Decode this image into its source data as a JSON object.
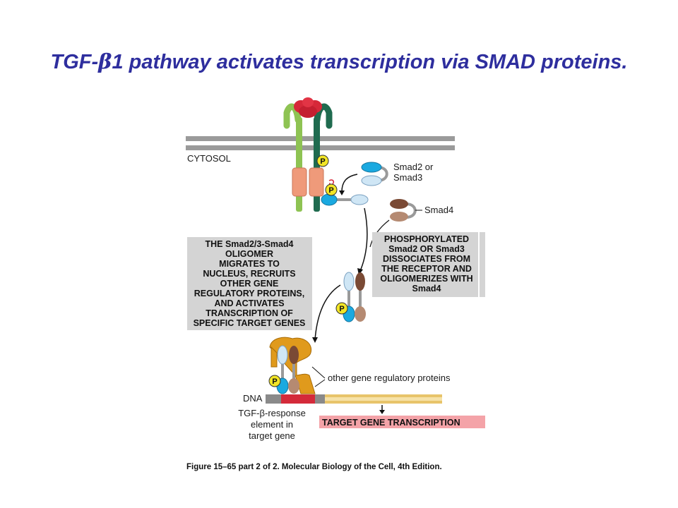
{
  "title": {
    "prefix": "TGF-",
    "symbol": "β",
    "suffix": "1 pathway activates transcription via SMAD proteins."
  },
  "labels": {
    "cytosol": "CYTOSOL",
    "smad23_line1": "Smad2 or",
    "smad23_line2": "Smad3",
    "smad4": "Smad4",
    "phospho": "P",
    "dna": "DNA",
    "other_proteins": "other gene regulatory proteins",
    "response_line1": "TGF-β-response",
    "response_line2": "element in",
    "response_line3": "target gene",
    "target_transcription": "TARGET GENE TRANSCRIPTION"
  },
  "left_box": [
    "THE Smad2/3-Smad4",
    "OLIGOMER",
    "MIGRATES TO",
    "NUCLEUS, RECRUITS",
    "OTHER GENE",
    "REGULATORY PROTEINS,",
    "AND ACTIVATES",
    "TRANSCRIPTION OF",
    "SPECIFIC TARGET GENES"
  ],
  "right_box": [
    "PHOSPHORYLATED",
    "Smad2 OR Smad3",
    "DISSOCIATES FROM",
    "THE RECEPTOR AND",
    "OLIGOMERIZES WITH",
    "Smad4"
  ],
  "caption": "Figure 15–65 part 2 of 2. Molecular Biology of the Cell, 4th Edition.",
  "colors": {
    "title": "#2e2e9e",
    "membrane": "#9a9a9a",
    "receptor_light": "#8ec353",
    "receptor_dark": "#1f6b4f",
    "kinase": "#ef9a7a",
    "ligand": "#d62839",
    "smad_blue": "#1aa9e0",
    "smad_lightblue": "#cfe6f5",
    "smad4_brown": "#7a4a35",
    "smad4_tan": "#b58a72",
    "phospho_yellow": "#f2e526",
    "coregulator": "#e09a1c",
    "box_gray": "#d4d4d4",
    "dna_tan": "#e8c46a",
    "dna_red": "#d42a3a",
    "target_pink": "#f4a3a8"
  }
}
